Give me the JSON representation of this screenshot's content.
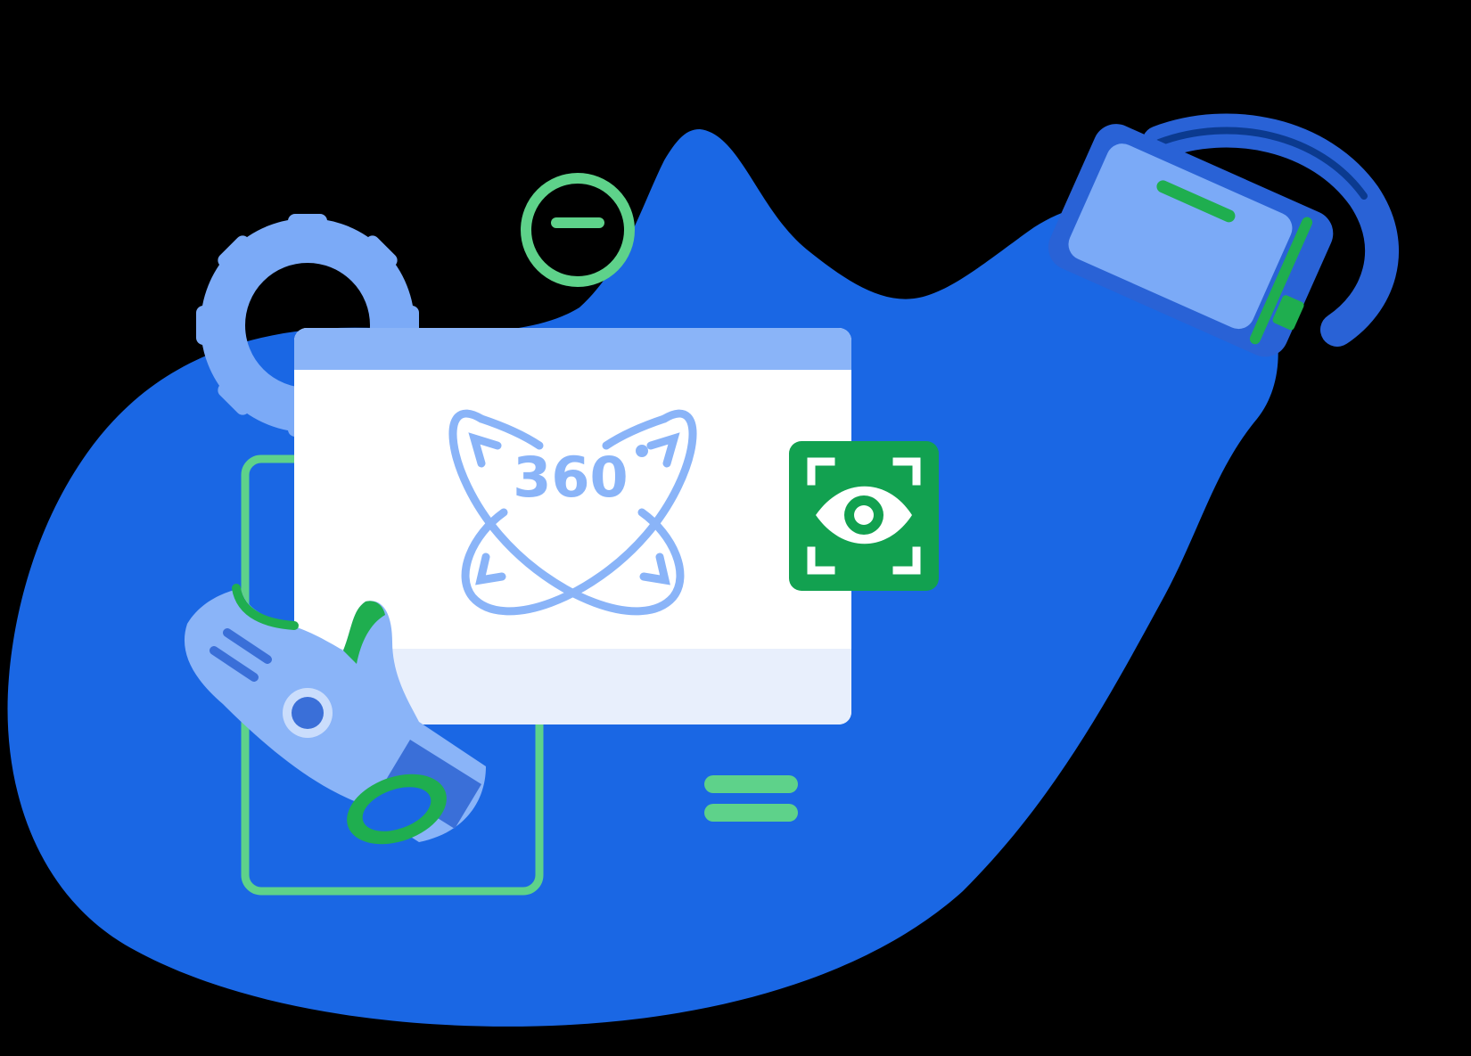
{
  "illustration": {
    "badge_text": "360",
    "colors": {
      "background": "#000000",
      "blob": "#1a67e4",
      "panel": "#ffffff",
      "panel_band": "#8ab4f8",
      "panel_footer": "#e8effc",
      "light_blue": "#7baaf7",
      "outline_green": "#5ed28a",
      "eye_tile": "#12a150",
      "glove_blue": "#8ab4f8",
      "glove_dark": "#3a6fd8",
      "headset_blue": "#2962d6",
      "headset_lens": "#7baaf7",
      "headset_green": "#1fae4f"
    },
    "icons": [
      "blob-shape",
      "gear-icon",
      "circle-dash-icon",
      "browser-panel",
      "rotate-360-icon",
      "eye-scan-icon",
      "vr-glove-icon",
      "vr-headset-icon",
      "menu-lines-icon"
    ]
  }
}
